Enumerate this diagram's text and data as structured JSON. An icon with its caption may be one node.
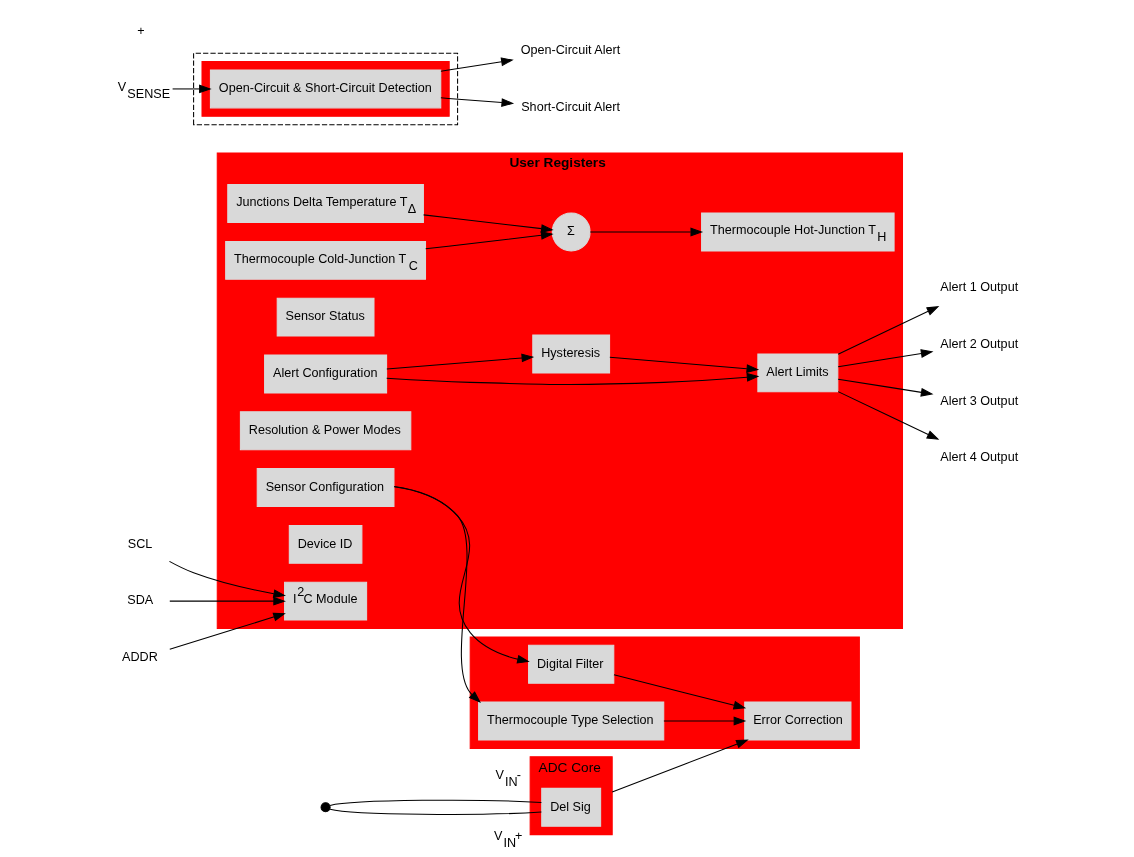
{
  "diagram": {
    "nodes": [
      {
        "text": [
          "ADC Core"
        ]
      },
      {
        "text": [
          "Del Sig"
        ],
        "in": 0
      },
      {
        "text": [],
        "shape": "box"
      },
      {
        "text": [
          "Error Correction"
        ],
        "in": 2
      },
      {
        "text": [
          "Digital Filter"
        ],
        "in": 2
      },
      {
        "text": [
          "Thermocouple Type Selection"
        ],
        "in": 2
      },
      {
        "text": [],
        "shape": "box"
      },
      {
        "text": [],
        "shape": "box",
        "in": 6
      },
      {
        "text": [
          "Open-Circuit & Short-Circuit Detection"
        ],
        "in": 7
      },
      {
        "text": [
          "User Registers"
        ]
      },
      {
        "text": [
          "Thermocouple Hot-Junction T$_{H}$"
        ],
        "in": 9
      },
      {
        "text": [
          "Junctions Delta Temperature T$_{Δ}$"
        ],
        "in": 9
      },
      {
        "text": [
          "Thermocouple Cold-Junction T$_{C}$"
        ],
        "in": 9
      },
      {
        "text": [
          "Σ"
        ],
        "in": 9
      },
      {
        "text": [
          "Sensor Status"
        ],
        "in": 9
      },
      {
        "text": [
          "Sensor Configuration"
        ],
        "in": 9
      },
      {
        "text": [
          "Resolution & Power Modes"
        ],
        "in": 9
      },
      {
        "text": [
          "Alert Configuration"
        ],
        "in": 9
      },
      {
        "text": [
          "Alert Limits"
        ],
        "in": 9
      },
      {
        "text": [
          "Hysteresis"
        ],
        "in": 9
      },
      {
        "text": [
          "Device ID"
        ],
        "in": 9
      },
      {
        "text": [
          "I$^{2}$C Module"
        ],
        "in": 9
      },
      {
        "text": [],
        "shape": "connector"
      },
      {
        "text": [
          "V$_{SENSE}$"
        ]
      },
      {
        "text": [
          "Open-Circuit Alert"
        ]
      },
      {
        "text": [
          "Short-Circuit Alert"
        ]
      },
      {
        "text": [
          "Alert 1 Output"
        ]
      },
      {
        "text": [
          "Alert 2 Output"
        ]
      },
      {
        "text": [
          "Alert 3 Output"
        ]
      },
      {
        "text": [
          "Alert 4 Output"
        ]
      },
      {
        "text": [
          "SCL"
        ]
      },
      {
        "text": [
          "SDA"
        ]
      },
      {
        "text": [
          "ADDR"
        ]
      }
    ],
    "edges": [
      {
        "from": 22,
        "to": 1,
        "arrow": "none",
        "label": "V$_{IN}$+"
      },
      {
        "from": 22,
        "to": 1,
        "arrow": "none",
        "label": "V$_{IN}$-"
      },
      {
        "from": 0,
        "to": 3,
        "arrow": "to"
      },
      {
        "from": 5,
        "to": 3,
        "arrow": "to"
      },
      {
        "from": 4,
        "to": 3,
        "arrow": "to"
      },
      {
        "from": 15,
        "to": 4,
        "arrow": "to"
      },
      {
        "from": 15,
        "to": 5,
        "arrow": "to"
      },
      {
        "from": 23,
        "to": 8,
        "arrow": "to"
      },
      {
        "from": 8,
        "to": 24,
        "arrow": "to"
      },
      {
        "from": 8,
        "to": 25,
        "arrow": "to"
      },
      {
        "from": 12,
        "to": 13,
        "arrow": "to"
      },
      {
        "from": 11,
        "to": 13,
        "arrow": "to"
      },
      {
        "from": 13,
        "to": 10,
        "arrow": "to"
      },
      {
        "from": 17,
        "to": 18,
        "arrow": "to"
      },
      {
        "from": 17,
        "to": 19,
        "arrow": "to"
      },
      {
        "from": 19,
        "to": 18,
        "arrow": "to"
      },
      {
        "from": 18,
        "to": 26,
        "arrow": "to"
      },
      {
        "from": 18,
        "to": 27,
        "arrow": "to"
      },
      {
        "from": 18,
        "to": 28,
        "arrow": "to"
      },
      {
        "from": 18,
        "to": 29,
        "arrow": "to"
      },
      {
        "from": 30,
        "to": 21,
        "arrow": "to"
      },
      {
        "from": 31,
        "to": 21,
        "arrow": "to"
      },
      {
        "from": 32,
        "to": 21,
        "arrow": "to"
      }
    ],
    "labels": [
      "+"
    ]
  }
}
